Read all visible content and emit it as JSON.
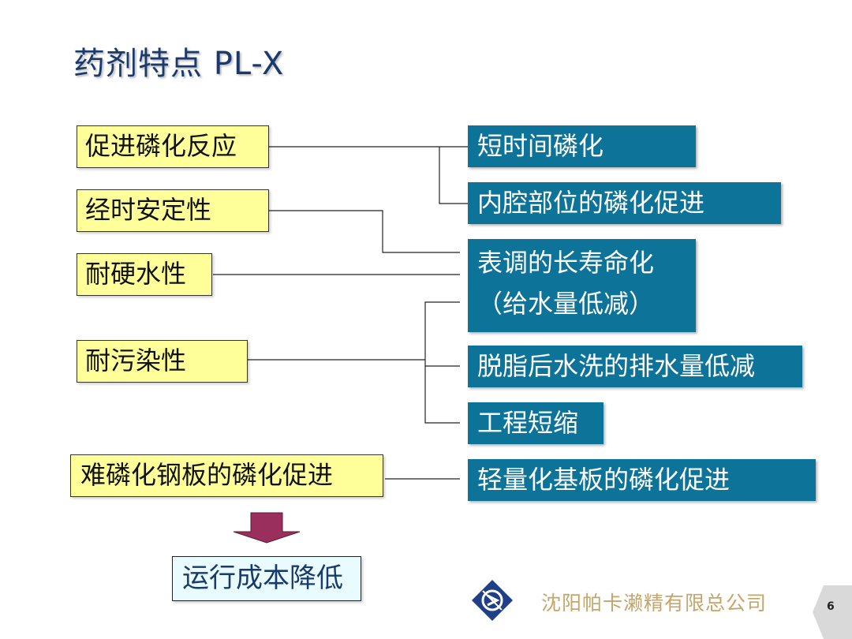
{
  "title": "药剂特点 PL-X",
  "features": [
    "促进磷化反应",
    "经时安定性",
    "耐硬水性",
    "耐污染性",
    "难磷化钢板的磷化促进"
  ],
  "effects": [
    "短时间磷化",
    "内腔部位的磷化促进",
    "表调的长寿命化",
    "（给水量低减）",
    "脱脂后水洗的排水量低减",
    "工程短缩",
    "轻量化基板的磷化促进"
  ],
  "result": "运行成本降低",
  "footer": {
    "company": "沈阳帕卡濑精有限总公司",
    "page_number": "6",
    "logo_icon": "parker-logo-icon"
  },
  "colors": {
    "feature_box": "#ffff99",
    "effect_box": "#0e7399",
    "result_box": "#e8fbff",
    "arrow": "#9a2f5e",
    "title": "#1a3a6b",
    "company_text": "#c4a66a"
  }
}
